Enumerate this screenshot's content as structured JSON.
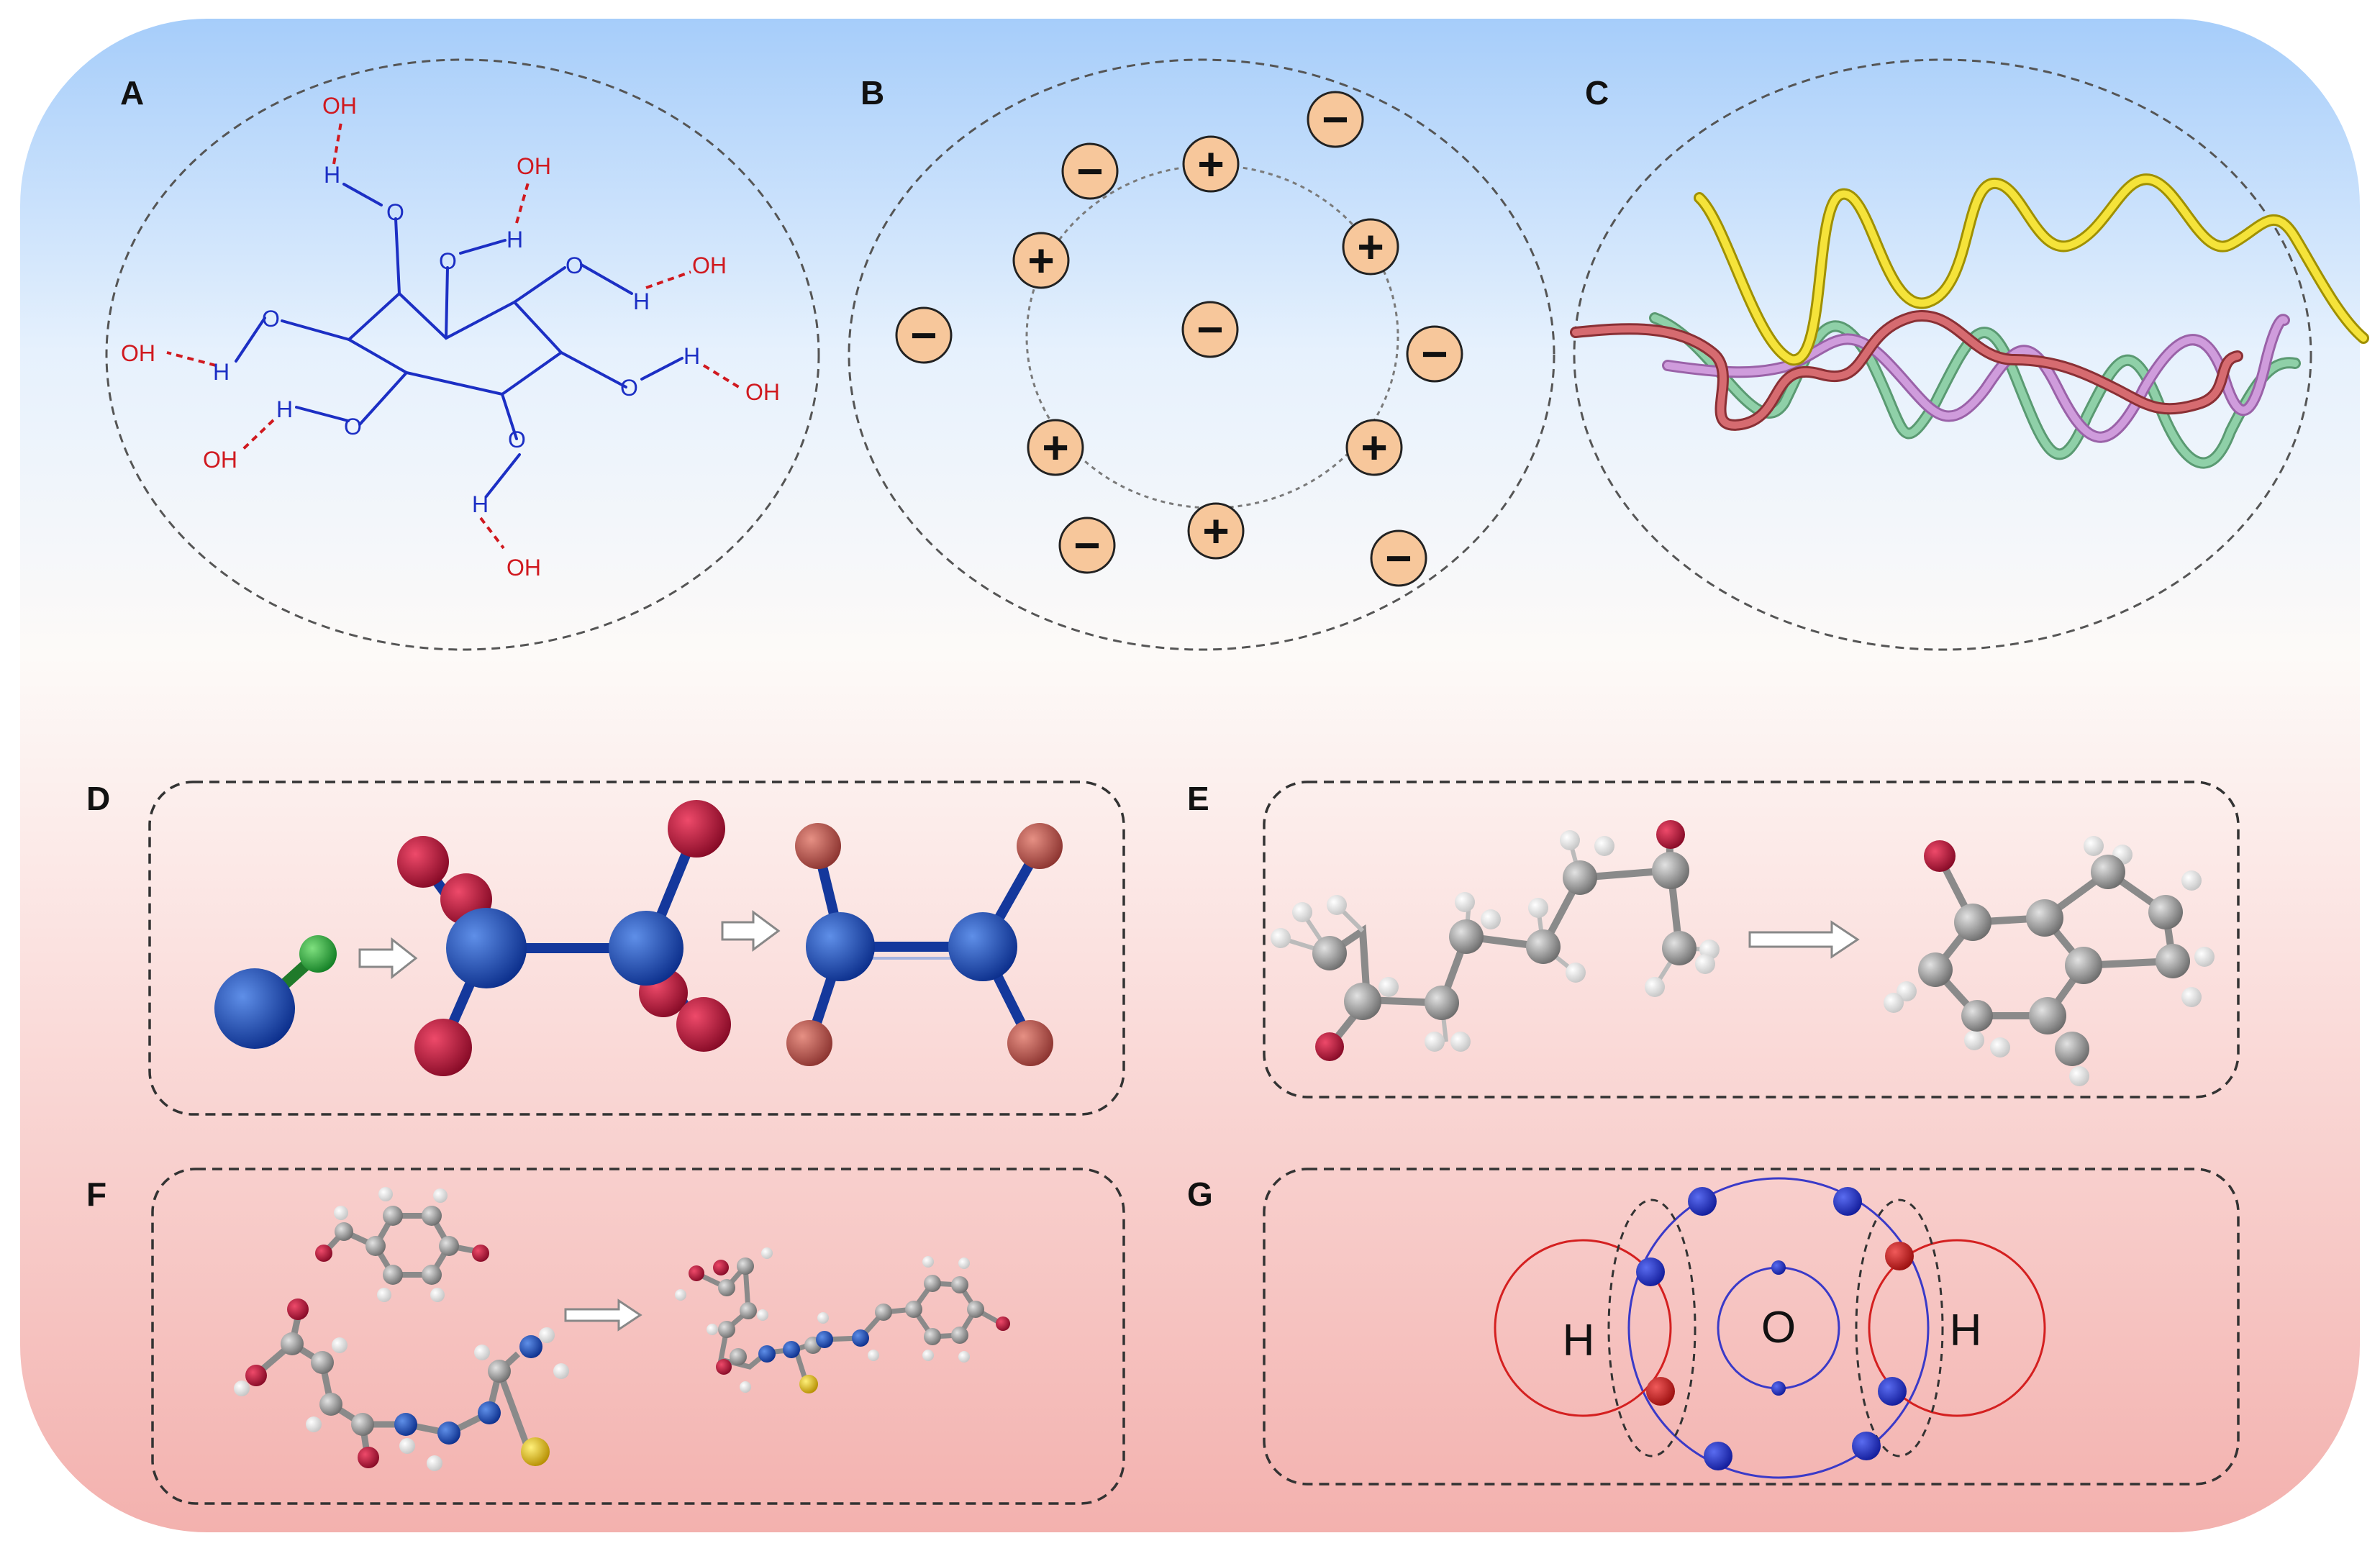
{
  "colors": {
    "top_gradient": "#a6cdfa",
    "bottom_gradient": "#f4b5b3",
    "bond_blue": "#1c2fc4",
    "hbond_red": "#d0191f",
    "charge_fill": "#f7c79b",
    "helix_yellow": "#f0e01e",
    "helix_green": "#7fc79c",
    "helix_purple": "#c28ad0",
    "helix_red": "#c05a5e",
    "atom_blue": "#1a4fb8",
    "atom_red": "#c0103a",
    "atom_brown": "#c65a4f",
    "atom_green": "#2da53a",
    "atom_gray": "#9a9a9a",
    "atom_yellow": "#e8c21a",
    "orbit_blue": "#3a3ac8",
    "orbit_red": "#d42020"
  },
  "panels": {
    "A": {
      "label": "A",
      "hydroxyl": "OH",
      "oxygen": "O",
      "hydrogen": "H"
    },
    "B": {
      "label": "B",
      "positive": "+",
      "negative": "−"
    },
    "C": {
      "label": "C"
    },
    "D": {
      "label": "D"
    },
    "E": {
      "label": "E"
    },
    "F": {
      "label": "F"
    },
    "G": {
      "label": "G",
      "center_atom": "O",
      "left_atom": "H",
      "right_atom": "H"
    }
  }
}
